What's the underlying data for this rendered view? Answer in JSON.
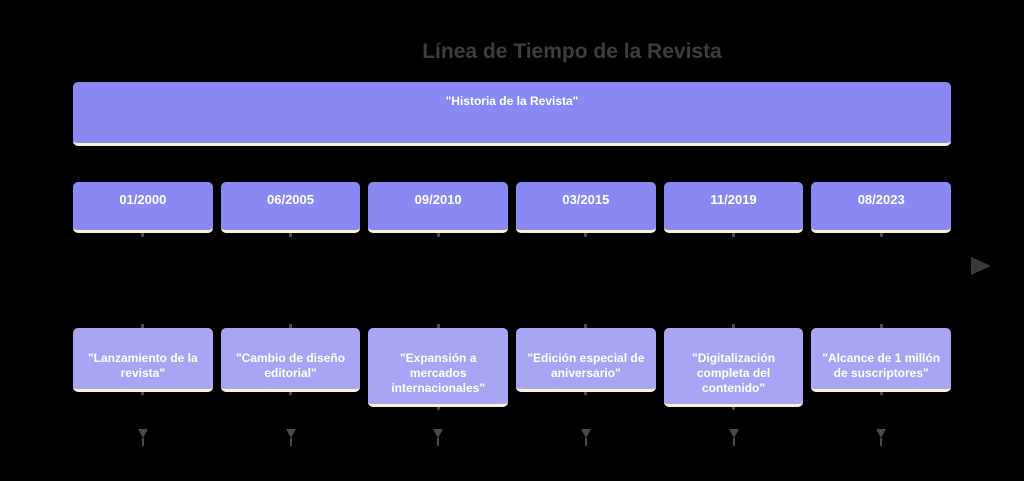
{
  "title": "Línea de Tiempo de la Revista",
  "banner": {
    "label": "\"Historia de la Revista\""
  },
  "timeline": {
    "periods": [
      "01/2000",
      "06/2005",
      "09/2010",
      "03/2015",
      "11/2019",
      "08/2023"
    ],
    "events": [
      "\"Lanzamiento de la\nrevista\"",
      "\"Cambio de diseño\neditorial\"",
      "\"Expansión a\nmercados\ninternacionales\"",
      "\"Edición especial de\naniversario\"",
      "\"Digitalización\ncompleta del\ncontenido\"",
      "\"Alcance de 1 millón\nde suscriptores\""
    ]
  },
  "icons": {
    "axis_arrow": "right-arrow",
    "event_marker": "down-arrow"
  },
  "colors": {
    "background": "#000000",
    "title_text": "#3d3d3d",
    "period_fill": "#8a88f2",
    "event_fill": "#a8a6f4",
    "underline": "#f9f3d0",
    "marker": "#4a4a4a",
    "axis_arrow": "#3a3a3a",
    "box_text": "#ffffff"
  }
}
